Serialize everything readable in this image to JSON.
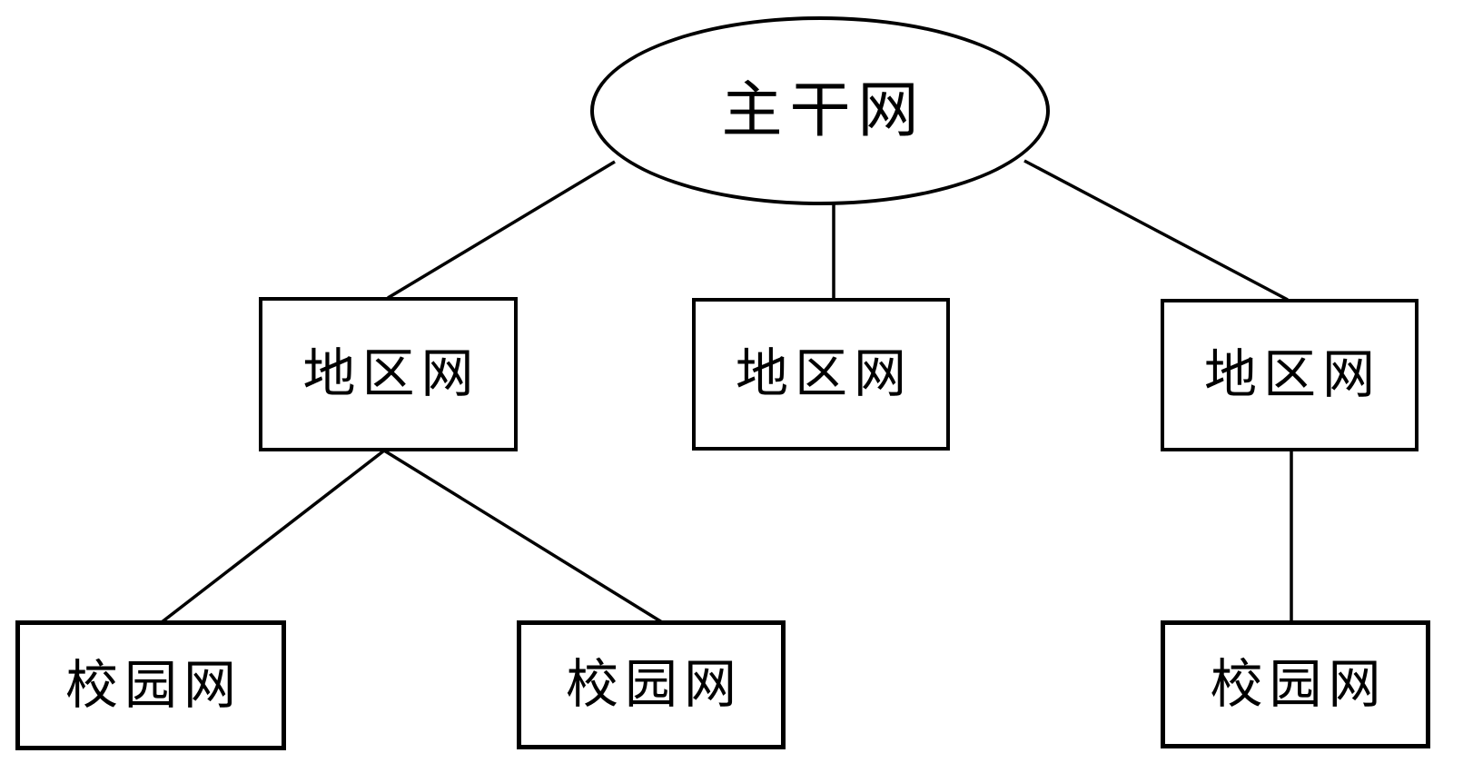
{
  "nodes": {
    "backbone": {
      "id": "backbone",
      "shape": "ellipse",
      "label": "主干网"
    },
    "region_left": {
      "id": "region_left",
      "shape": "rectangle",
      "label": "地区网"
    },
    "region_center": {
      "id": "region_center",
      "shape": "rectangle",
      "label": "地区网"
    },
    "region_right": {
      "id": "region_right",
      "shape": "rectangle",
      "label": "地区网"
    },
    "campus_left": {
      "id": "campus_left",
      "shape": "rectangle",
      "label": "校园网"
    },
    "campus_center": {
      "id": "campus_center",
      "shape": "rectangle",
      "label": "校园网"
    },
    "campus_right": {
      "id": "campus_right",
      "shape": "rectangle",
      "label": "校园网"
    }
  },
  "edges": [
    {
      "from": "backbone",
      "to": "region_left"
    },
    {
      "from": "backbone",
      "to": "region_center"
    },
    {
      "from": "backbone",
      "to": "region_right"
    },
    {
      "from": "region_left",
      "to": "campus_left"
    },
    {
      "from": "region_left",
      "to": "campus_center"
    },
    {
      "from": "region_right",
      "to": "campus_right"
    }
  ],
  "colors": {
    "stroke": "#000000",
    "background": "#ffffff",
    "text": "#000000"
  }
}
